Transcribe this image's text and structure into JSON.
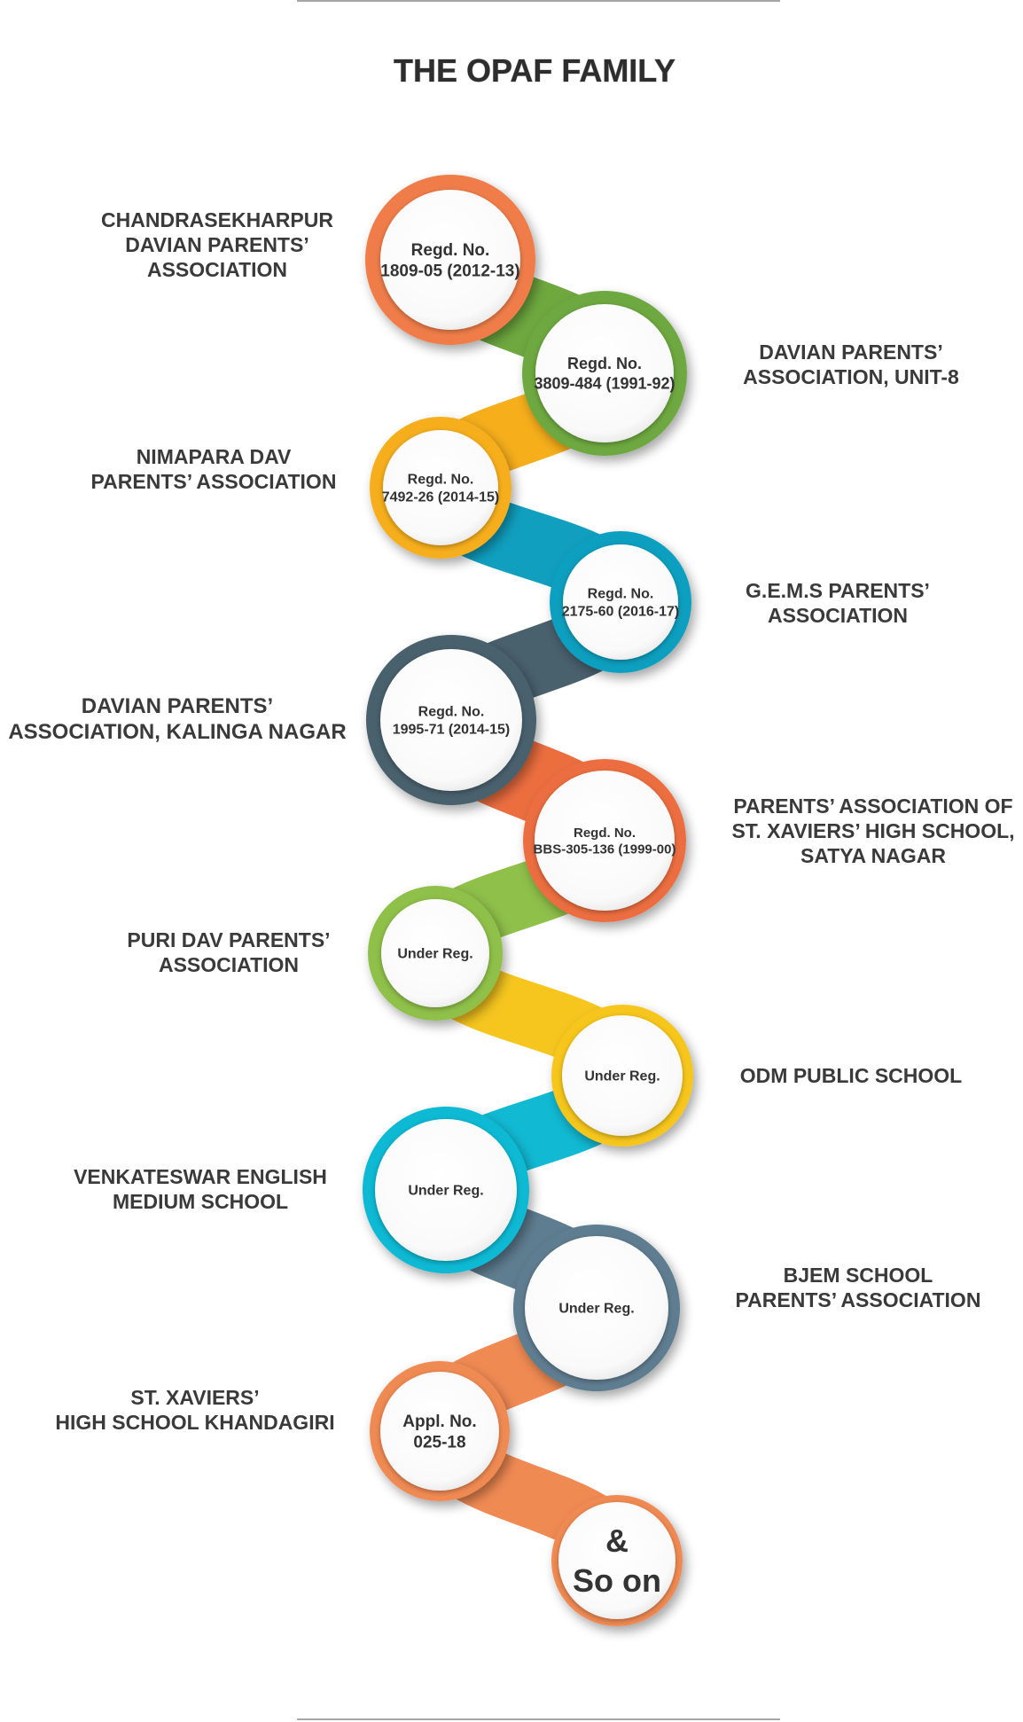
{
  "title": "THE OPAF FAMILY",
  "nodes": [
    {
      "label": [
        "CHANDRASEKHARPUR",
        "DAVIAN PARENTS’",
        "ASSOCIATION"
      ],
      "inner": [
        "Regd. No.",
        "1809-05 (2012-13)"
      ],
      "color": "#f07d4a"
    },
    {
      "label": [
        "DAVIAN PARENTS’",
        "ASSOCIATION, UNIT-8"
      ],
      "inner": [
        "Regd. No.",
        "3809-484 (1991-92)"
      ],
      "color": "#6ea83f"
    },
    {
      "label": [
        "NIMAPARA DAV",
        "PARENTS’ ASSOCIATION"
      ],
      "inner": [
        "Regd. No.",
        "7492-26 (2014-15)"
      ],
      "color": "#f6ae1b"
    },
    {
      "label": [
        "G.E.M.S PARENTS’",
        "ASSOCIATION"
      ],
      "inner": [
        "Regd. No.",
        "2175-60 (2016-17)"
      ],
      "color": "#109fbf"
    },
    {
      "label": [
        "DAVIAN PARENTS’",
        "ASSOCIATION, KALINGA NAGAR"
      ],
      "inner": [
        "Regd. No.",
        "1995-71 (2014-15)"
      ],
      "color": "#49606d"
    },
    {
      "label": [
        "PARENTS’ ASSOCIATION OF",
        "ST. XAVIERS’ HIGH SCHOOL,",
        "SATYA NAGAR"
      ],
      "inner": [
        "Regd. No.",
        "BBS-305-136 (1999-00)"
      ],
      "color": "#ec6e3f"
    },
    {
      "label": [
        "PURI DAV PARENTS’",
        "ASSOCIATION"
      ],
      "inner": [
        "Under Reg."
      ],
      "color": "#8fc04a"
    },
    {
      "label": [
        "ODM PUBLIC SCHOOL"
      ],
      "inner": [
        "Under Reg."
      ],
      "color": "#f6c61f"
    },
    {
      "label": [
        "VENKATESWAR ENGLISH",
        "MEDIUM SCHOOL"
      ],
      "inner": [
        "Under Reg."
      ],
      "color": "#11b9d3"
    },
    {
      "label": [
        "BJEM SCHOOL",
        "PARENTS’ ASSOCIATION"
      ],
      "inner": [
        "Under Reg."
      ],
      "color": "#5e7d90"
    },
    {
      "label": [
        "ST. XAVIERS’",
        "HIGH SCHOOL KHANDAGIRI"
      ],
      "inner": [
        "Appl. No.",
        "025-18"
      ],
      "color": "#f08a53"
    },
    {
      "label": [],
      "inner": [
        "&",
        "So on"
      ],
      "color": "#f08a53"
    }
  ]
}
